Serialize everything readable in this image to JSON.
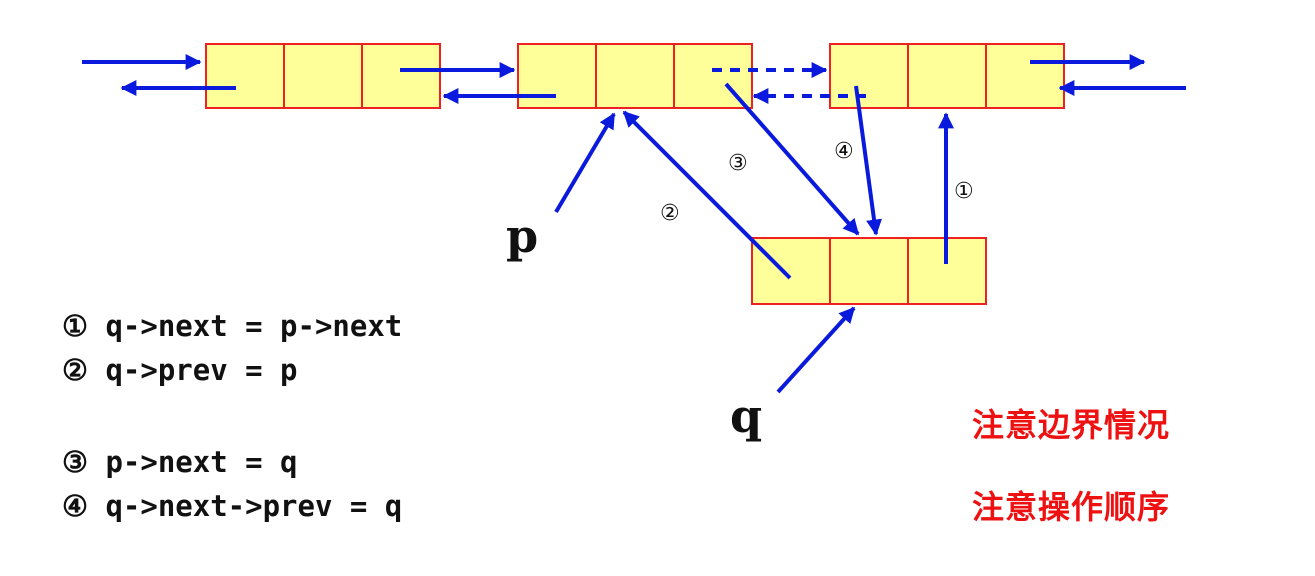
{
  "labels": {
    "p": "p",
    "q": "q"
  },
  "steps": [
    "①",
    "②",
    "③",
    "④"
  ],
  "code_lines": [
    "① q->next = p->next",
    "② q->prev = p",
    "③ p->next = q",
    "④ q->next->prev = q"
  ],
  "notes": [
    "注意边界情况",
    "注意操作顺序"
  ],
  "colors": {
    "node_fill": "#ffff99",
    "node_border": "#ee2222",
    "arrow": "#0a1adc",
    "note": "#ee1111"
  }
}
